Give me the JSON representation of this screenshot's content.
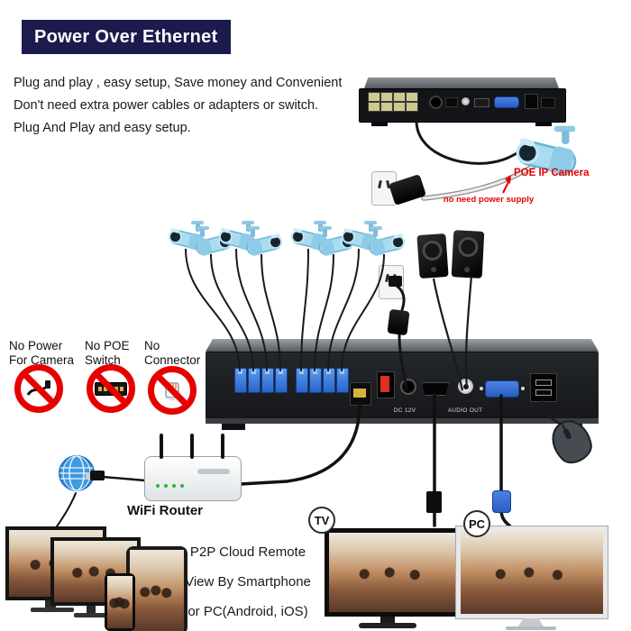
{
  "banner": {
    "title": "Power Over Ethernet"
  },
  "intro": {
    "line1": "Plug and play , easy setup, Save money and Convenient",
    "line2": "Don't need extra power cables or adapters or switch.",
    "line3": "Plug And Play and easy setup."
  },
  "top_right": {
    "camera_label": "POE IP Camera",
    "power_note": "no need power supply"
  },
  "prohibitions": [
    {
      "line1": "No Power",
      "line2": "For Camera"
    },
    {
      "line1": "No POE",
      "line2": "Switch"
    },
    {
      "line1": "No",
      "line2": "Connector"
    }
  ],
  "nvr_labels": {
    "dc": "DC 12V",
    "audio": "AUDIO OUT"
  },
  "router": {
    "label": "WiFi Router"
  },
  "remote": {
    "line1": "P2P Cloud Remote",
    "line2": "View By Smartphone",
    "line3": "or PC(Android, iOS)"
  },
  "outputs": {
    "tv": "TV",
    "pc": "PC"
  },
  "colors": {
    "banner_navy": "#1b1b4d",
    "accent_red": "#e60000",
    "camera_blue": "#aadcf1",
    "port_blue": "#2f6ad8",
    "led_green": "#2fb43a"
  }
}
